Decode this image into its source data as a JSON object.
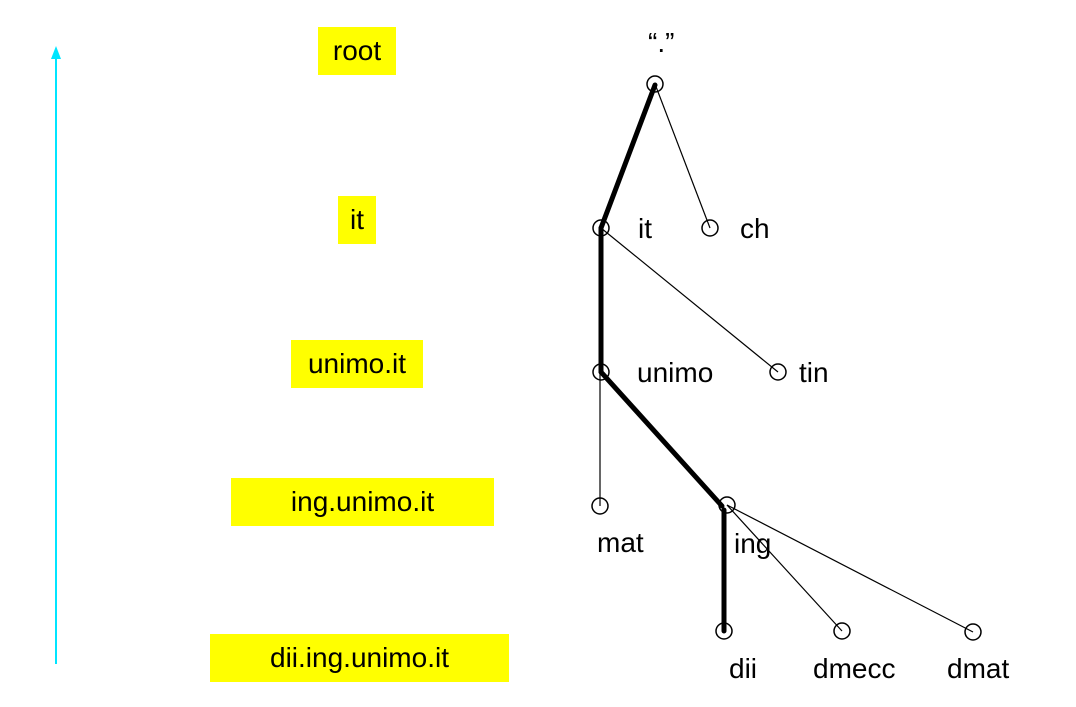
{
  "levels": {
    "root": "root",
    "it": "it",
    "unimo": "unimo.it",
    "ing": "ing.unimo.it",
    "dii": "dii.ing.unimo.it"
  },
  "tree": {
    "root_label": "“.”",
    "nodes": {
      "it": "it",
      "ch": "ch",
      "unimo": "unimo",
      "tin": "tin",
      "mat": "mat",
      "ing": "ing",
      "dii": "dii",
      "dmecc": "dmecc",
      "dmat": "dmat"
    }
  },
  "colors": {
    "label_background": "#ffff00",
    "arrow": "#00e5ff",
    "edge": "#000000"
  },
  "icons": {
    "hierarchy_arrow": "up-arrow-icon",
    "tree_node": "circle-node-icon"
  }
}
